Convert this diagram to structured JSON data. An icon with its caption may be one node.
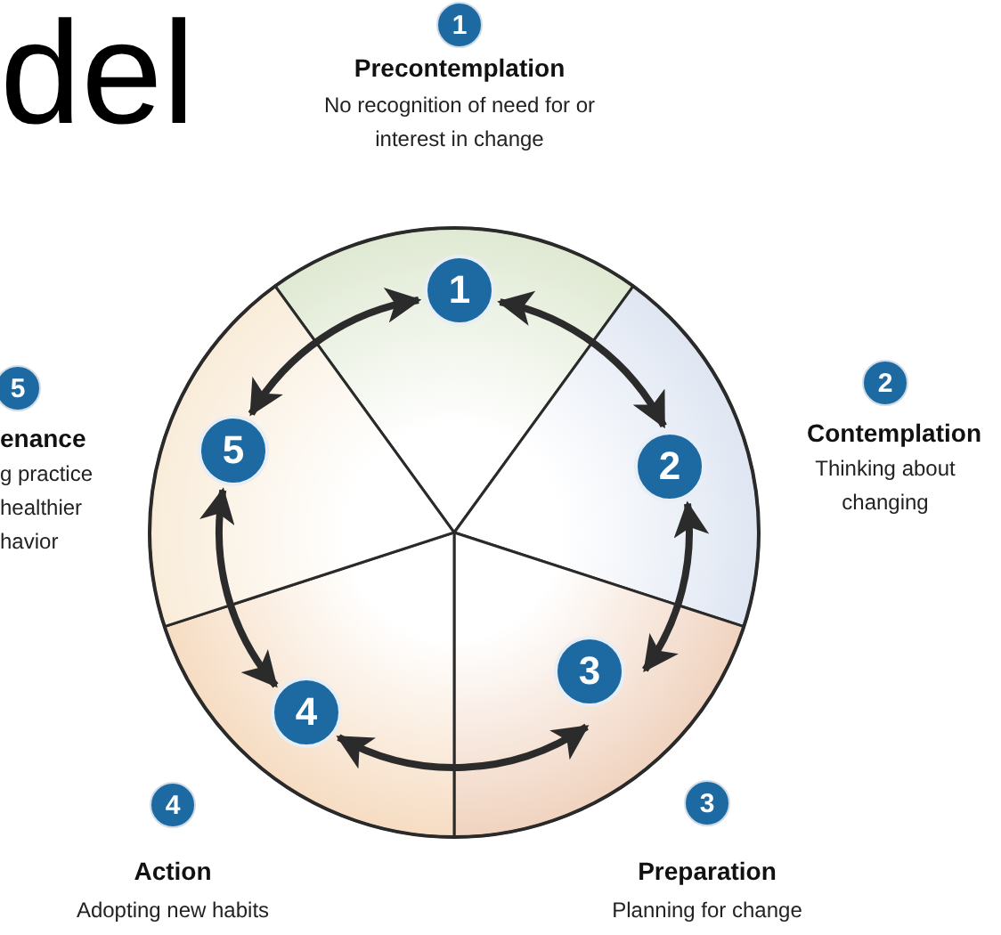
{
  "diagram": {
    "title": "del",
    "nodes": [
      {
        "text": [
          "1"
        ],
        "beside": [
          "Precontemplation",
          "No recognition of need for or interest in change"
        ]
      },
      {
        "text": [
          "2"
        ],
        "beside": [
          "Contemplation",
          "Thinking about changing"
        ]
      },
      {
        "text": [
          "3"
        ],
        "beside": [
          "Preparation",
          "Planning for change"
        ]
      },
      {
        "text": [
          "4"
        ],
        "beside": [
          "Action",
          "Adopting new habits"
        ]
      },
      {
        "text": [
          "5"
        ],
        "beside": [
          "enance",
          "g practice healthier havior"
        ]
      },
      {
        "text": [
          "1"
        ]
      },
      {
        "text": [
          "2"
        ]
      },
      {
        "text": [
          "3"
        ]
      },
      {
        "text": [
          "4"
        ]
      },
      {
        "text": [
          "5"
        ]
      }
    ],
    "edges": [
      {
        "from": 5,
        "to": 6,
        "arrow": "both"
      },
      {
        "from": 6,
        "to": 7,
        "arrow": "both"
      },
      {
        "from": 7,
        "to": 8,
        "arrow": "both"
      },
      {
        "from": 8,
        "to": 9,
        "arrow": "both"
      },
      {
        "from": 9,
        "to": 5,
        "arrow": "both"
      }
    ]
  }
}
